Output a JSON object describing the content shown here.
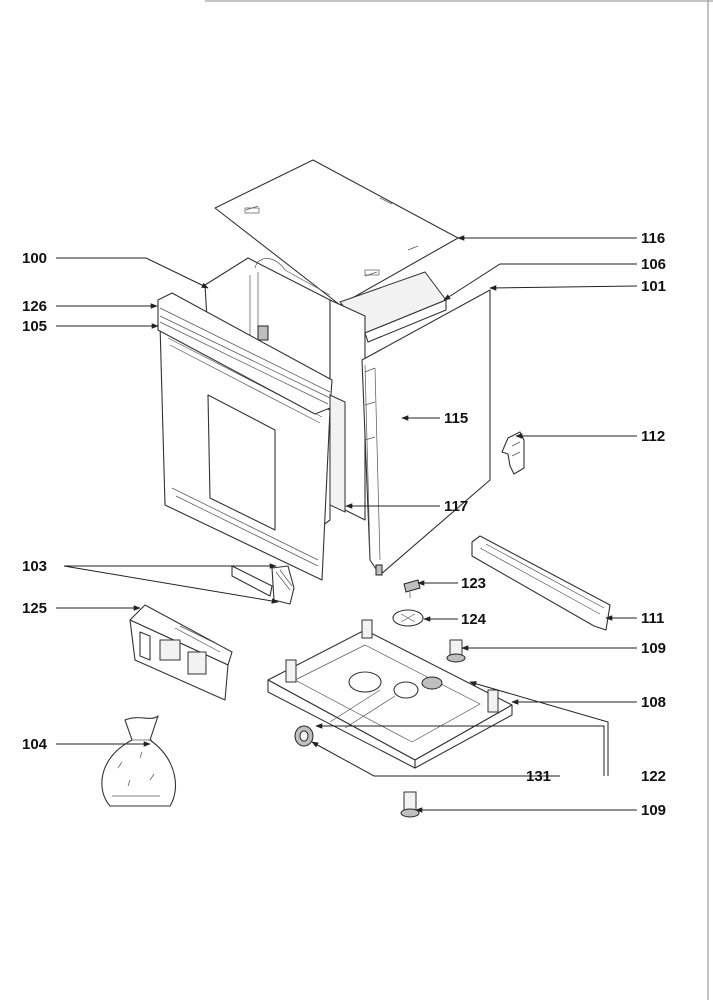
{
  "labels": {
    "l100": "100",
    "l126": "126",
    "l105": "105",
    "l116": "116",
    "l106": "106",
    "l101": "101",
    "l115": "115",
    "l112": "112",
    "l117": "117",
    "l103": "103",
    "l123": "123",
    "l125": "125",
    "l124": "124",
    "l111": "111",
    "l109a": "109",
    "l108": "108",
    "l104": "104",
    "l131": "131",
    "l122": "122",
    "l109b": "109"
  },
  "colors": {
    "line": "#222222",
    "paper": "#ffffff"
  }
}
